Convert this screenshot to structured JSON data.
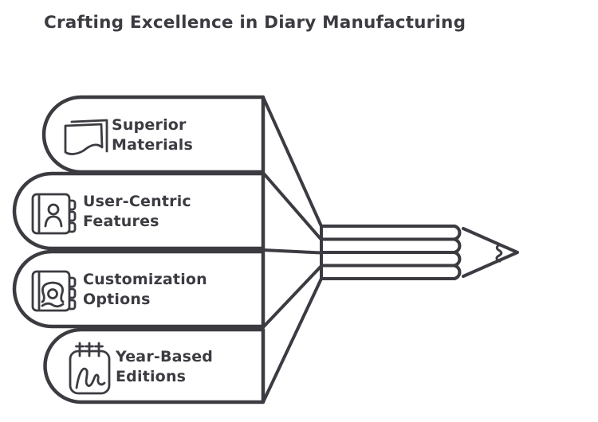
{
  "title": "Crafting Excellence in Diary Manufacturing",
  "colors": {
    "ink": "#3b3b41",
    "background": "#ffffff"
  },
  "items": [
    {
      "icon": "paper-sheets-icon",
      "label": "Superior\nMaterials"
    },
    {
      "icon": "contact-book-user-icon",
      "label": "User-Centric\nFeatures"
    },
    {
      "icon": "contact-book-profile-icon",
      "label": "Customization\nOptions"
    },
    {
      "icon": "spiral-notepad-icon",
      "label": "Year-Based\nEditions"
    }
  ]
}
